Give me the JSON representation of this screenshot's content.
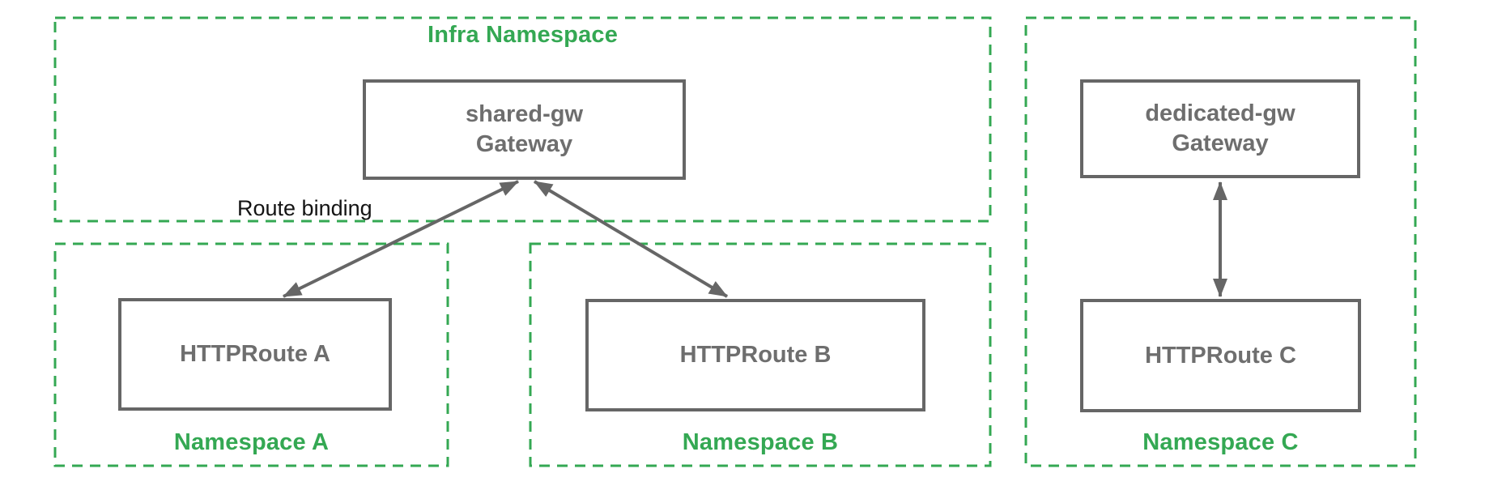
{
  "colors": {
    "namespace_green": "#34A853",
    "node_border_gray": "#666666",
    "node_text_gray": "#6E6E6E",
    "annotation_black": "#141414",
    "background": "#FFFFFF"
  },
  "namespaces": {
    "infra": {
      "label": "Infra Namespace"
    },
    "a": {
      "label": "Namespace A"
    },
    "b": {
      "label": "Namespace B"
    },
    "c": {
      "label": "Namespace C"
    }
  },
  "nodes": {
    "shared_gw": {
      "name": "shared-gw",
      "kind": "Gateway"
    },
    "dedicated_gw": {
      "name": "dedicated-gw",
      "kind": "Gateway"
    },
    "route_a": {
      "label": "HTTPRoute A"
    },
    "route_b": {
      "label": "HTTPRoute B"
    },
    "route_c": {
      "label": "HTTPRoute C"
    }
  },
  "annotations": {
    "route_binding": "Route binding"
  }
}
